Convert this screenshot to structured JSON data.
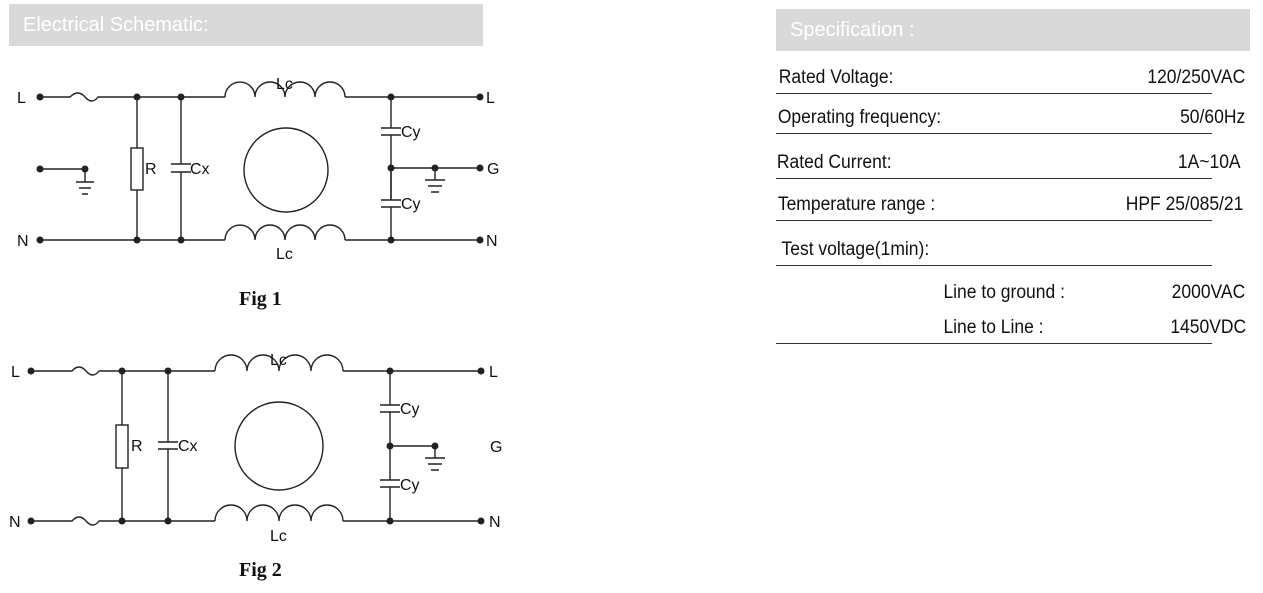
{
  "left_panel": {
    "header": "Electrical Schematic:",
    "fig1": {
      "caption": "Fig 1",
      "labels": {
        "l_in": "L",
        "l_out": "L",
        "n_in": "N",
        "n_out": "N",
        "g": "G",
        "lc_top": "Lc",
        "lc_bottom": "Lc",
        "r": "R",
        "cx": "Cx",
        "cy_top": "Cy",
        "cy_bottom": "Cy"
      }
    },
    "fig2": {
      "caption": "Fig 2",
      "labels": {
        "l_in": "L",
        "l_out": "L",
        "n_in": "N",
        "n_out": "N",
        "g": "G",
        "lc_top": "Lc",
        "lc_bottom": "Lc",
        "r": "R",
        "cx": "Cx",
        "cy_top": "Cy",
        "cy_bottom": "Cy"
      }
    }
  },
  "right_panel": {
    "header": "Specification :",
    "rows": [
      {
        "label": "Rated Voltage:",
        "value": "120/250VAC"
      },
      {
        "label": "Operating frequency:",
        "value": "50/60Hz"
      },
      {
        "label": "Rated Current:",
        "value": "1A~10A"
      },
      {
        "label": "Temperature range :",
        "value": "HPF 25/085/21"
      },
      {
        "label": "Test voltage(1min):",
        "value": ""
      },
      {
        "label": "Line to ground :",
        "value": "2000VAC"
      },
      {
        "label": "Line to Line :",
        "value": "1450VDC"
      }
    ]
  }
}
